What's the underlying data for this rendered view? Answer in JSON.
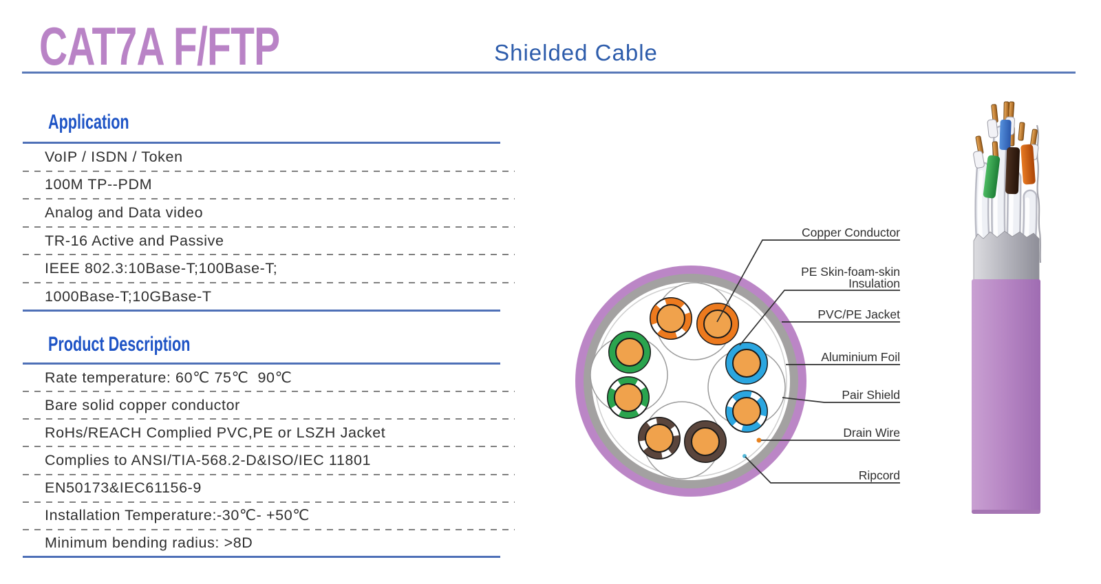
{
  "header": {
    "title": "CAT7A F/FTP",
    "subtitle": "Shielded Cable"
  },
  "application": {
    "heading": "Application",
    "items": [
      "VoIP / ISDN / Token",
      "100M TP--PDM",
      "Analog and Data video",
      "TR-16 Active and Passive",
      "IEEE 802.3:10Base-T;100Base-T;",
      "1000Base-T;10GBase-T"
    ]
  },
  "product_description": {
    "heading": "Product Description",
    "items": [
      "Rate temperature: 60℃ 75℃  90℃",
      "Bare solid copper conductor",
      "RoHs/REACH Complied PVC,PE or LSZH Jacket",
      "Complies to ANSI/TIA-568.2-D&ISO/IEC 11801",
      "EN50173&IEC61156-9",
      "Installation Temperature:-30℃- +50℃",
      "Minimum bending radius: >8D"
    ]
  },
  "diagram": {
    "labels": {
      "copper_conductor": "Copper Conductor",
      "insulation_line1": "PE Skin-foam-skin",
      "insulation_line2": "Insulation",
      "jacket": "PVC/PE Jacket",
      "aluminium_foil": "Aluminium Foil",
      "pair_shield": "Pair Shield",
      "drain_wire": "Drain Wire",
      "ripcord": "Ripcord"
    }
  },
  "colors": {
    "title_purple": "#b983c6",
    "subtitle_blue": "#2d5cab",
    "heading_blue": "#1d53c5",
    "rule_blue": "#4e70b7",
    "jacket_purple": "#bb86c6",
    "foil_gray": "#a3a1a1",
    "copper_core": "#f0a24c",
    "pair_orange": "#ed7a1e",
    "pair_green": "#2aa44e",
    "pair_blue": "#2ba6e0",
    "pair_brown": "#5a453c",
    "drain_dot": "#e8821e",
    "ripcord_dot": "#55b8d8"
  }
}
